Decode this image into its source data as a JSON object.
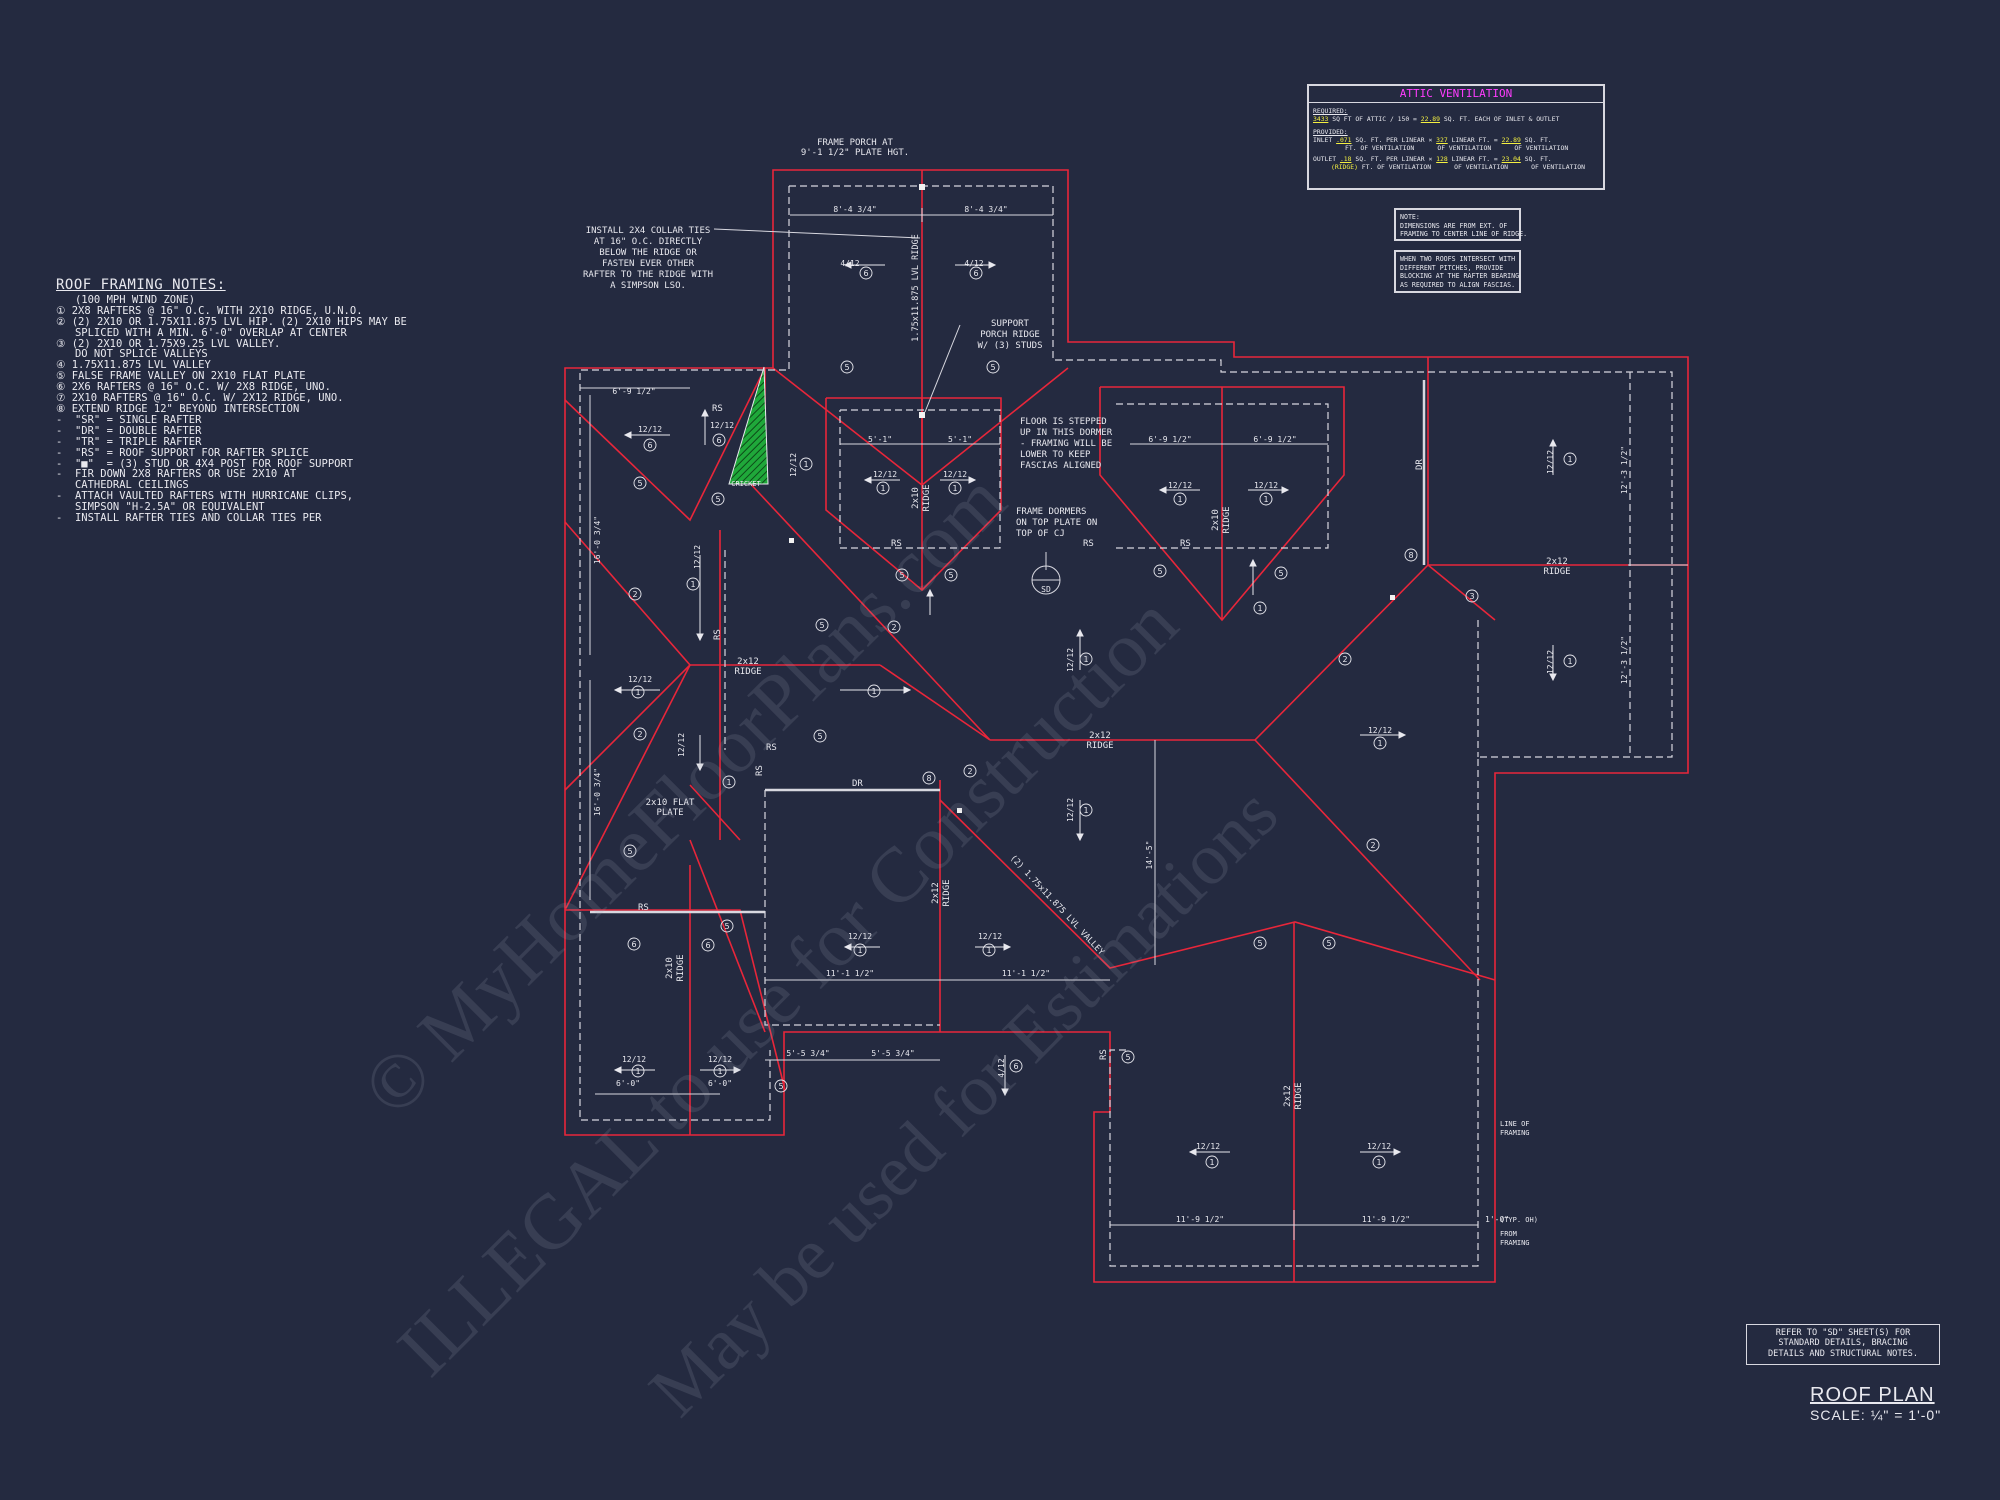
{
  "sheet": {
    "title": "ROOF PLAN",
    "scale": "SCALE: ¼\" = 1'-0\""
  },
  "watermark": {
    "line1": "© MyHomeFloorPlans.com",
    "line2": "ILLEGAL to use for Construction",
    "line3": "May be used for Estimations"
  },
  "roof_framing_notes": {
    "title": "ROOF FRAMING NOTES:",
    "lines": [
      "   (100 MPH WIND ZONE)",
      "① 2x8 RAFTERS @ 16\" O.C. WITH 2X10 RIDGE, U.N.O.",
      "② (2) 2x10 OR 1.75x11.875 LVL HIP. (2) 2x10 HIPS MAY BE",
      "   SPLICED WITH A MIN. 6'-0\" OVERLAP AT CENTER",
      "③ (2) 2x10 OR 1.75x9.25 LVL VALLEY.",
      "   DO NOT SPLICE VALLEYS",
      "④ 1.75x11.875 LVL VALLEY",
      "⑤ FALSE FRAME VALLEY ON 2x10 FLAT PLATE",
      "⑥ 2x6 RAFTERS @ 16\" O.C. W/ 2x8 RIDGE, UNO.",
      "⑦ 2x10 RAFTERS @ 16\" O.C. W/ 2x12 RIDGE, UNO.",
      "⑧ EXTEND RIDGE 12\" BEYOND INTERSECTION",
      "-  \"SR\" = SINGLE RAFTER",
      "-  \"DR\" = DOUBLE RAFTER",
      "-  \"TR\" = TRIPLE RAFTER",
      "-  \"RS\" = ROOF SUPPORT FOR RAFTER SPLICE",
      "-  \"■\"  = (3) STUD OR 4x4 POST FOR ROOF SUPPORT",
      "-  FIR DOWN 2x8 RAFTERS OR USE 2x10 AT",
      "   CATHEDRAL CEILINGS",
      "-  ATTACH VAULTED RAFTERS WITH HURRICANE CLIPS,",
      "   SIMPSON \"H-2.5A\" OR EQUIVALENT",
      "-  INSTALL RAFTER TIES AND COLLAR TIES PER"
    ]
  },
  "attic_ventilation": {
    "title": "ATTIC VENTILATION",
    "required_label": "REQUIRED:",
    "required_attic": "3433",
    "required_text_1": "SQ FT OF ATTIC / 150 =",
    "required_value": "22.89",
    "required_text_2": "SQ. FT. EACH OF INLET & OUTLET",
    "provided_label": "PROVIDED:",
    "inlet_label": "INLET",
    "inlet_rate": ".071",
    "inlet_text_1": "SQ. FT. PER LINEAR",
    "inlet_text_1b": "FT. OF VENTILATION",
    "inlet_lf": "327",
    "inlet_text_2": "LINEAR FT. =",
    "inlet_text_2b": "OF VENTILATION",
    "inlet_total": "22.89",
    "inlet_text_3": "SQ. FT.",
    "inlet_text_3b": "OF VENTILATION",
    "outlet_label": "OUTLET",
    "outlet_rate": ".18",
    "outlet_sub": "(RIDGE)",
    "outlet_text_1": "SQ. FT. PER LINEAR",
    "outlet_text_1b": "FT. OF VENTILATION",
    "outlet_lf": "128",
    "outlet_text_2": "LINEAR FT. =",
    "outlet_text_2b": "OF VENTILATION",
    "outlet_total": "23.04",
    "outlet_text_3": "SQ. FT.",
    "outlet_text_3b": "OF VENTILATION"
  },
  "note_box_1": "NOTE:\nDIMENSIONS ARE FROM EXT. OF\nFRAMING TO CENTER LINE OF RIDGE.",
  "note_box_2": "WHEN TWO ROOFS INTERSECT WITH\nDIFFERENT PITCHES, PROVIDE\nBLOCKING AT THE RAFTER BEARING\nAS REQUIRED TO ALIGN FASCIAS.",
  "reference_note": "REFER TO \"SD\" SHEET(S) FOR\nSTANDARD DETAILS, BRACING\nDETAILS AND STRUCTURAL NOTES.",
  "callouts": {
    "frame_porch": [
      "FRAME PORCH AT",
      "9'-1 1/2\" PLATE HGT."
    ],
    "collar_ties": [
      "INSTALL 2X4 COLLAR TIES",
      "AT 16\" O.C. DIRECTLY",
      "BELOW THE RIDGE OR",
      "FASTEN EVER OTHER",
      "RAFTER TO THE RIDGE WITH",
      "A SIMPSON LSO."
    ],
    "support_porch": [
      "SUPPORT",
      "PORCH RIDGE",
      "W/ (3) STUDS"
    ],
    "floor_stepped": [
      "FLOOR IS STEPPED",
      "UP IN THIS DORMER",
      "- FRAMING WILL BE",
      "LOWER TO KEEP",
      "FASCIAS ALIGNED"
    ],
    "frame_dormers": [
      "FRAME DORMERS",
      "ON TOP PLATE ON",
      "TOP OF CJ"
    ],
    "line_of_framing": [
      "LINE OF",
      "FRAMING"
    ],
    "typ_oh": [
      "(TYP. OH)",
      "FROM",
      "FRAMING"
    ],
    "flat_plate": [
      "2x10 FLAT",
      "PLATE"
    ],
    "lvl_valley": "(2) 1.75x11.875 LVL VALLEY",
    "cricket": "CRICKET",
    "sd": "SD"
  },
  "labels": {
    "ridge_2x12": [
      "2x12",
      "RIDGE"
    ],
    "ridge_2x10": [
      "2x10",
      "RIDGE"
    ],
    "rs": "RS",
    "dr": "DR",
    "pitch_12_12": "12/12",
    "pitch_4_12": "4/12",
    "lvl_ridge": "1.75x11.875 LVL RIDGE",
    "dim_8_4_34": "8'-4 3/4\"",
    "dim_6_9_12": "6'-9 1/2\"",
    "dim_5_1": "5'-1\"",
    "dim_16_0_34": "16'-0 3/4\"",
    "dim_6_0": "6'-0\"",
    "dim_5_5_34": "5'-5 3/4\"",
    "dim_11_1_12": "11'-1 1/2\"",
    "dim_14_5": "14'-5\"",
    "dim_11_9_12": "11'-9 1/2\"",
    "dim_12_3_12": "12'-3 1/2\"",
    "dim_1_0": "1'-0\""
  },
  "colors": {
    "background": "#242a40",
    "roof_line": "#e8263a",
    "framing_line": "#d8d8e0",
    "highlight": "#f4f040",
    "magenta": "#ff3cff",
    "cricket_fill": "#1fa83a"
  }
}
